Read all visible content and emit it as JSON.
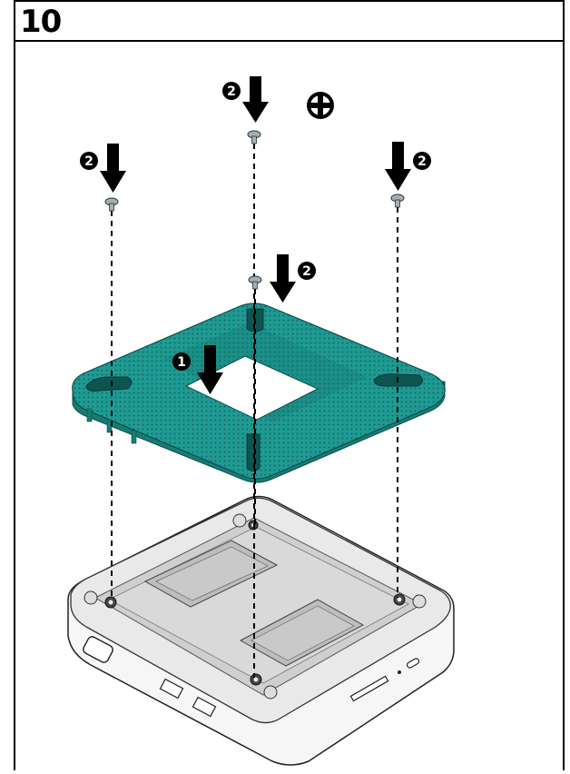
{
  "step": {
    "number": "10"
  },
  "callouts": {
    "step_one": "1",
    "step_two": "2"
  },
  "colors": {
    "plate": "#1f9a93",
    "plate_edge": "#177c76",
    "chassis": "#f4f4f4",
    "line": "#000000"
  },
  "icons": {
    "screwdriver": "phillips-screwdriver-icon",
    "arrow": "down-arrow-icon",
    "screw": "screw-icon"
  }
}
